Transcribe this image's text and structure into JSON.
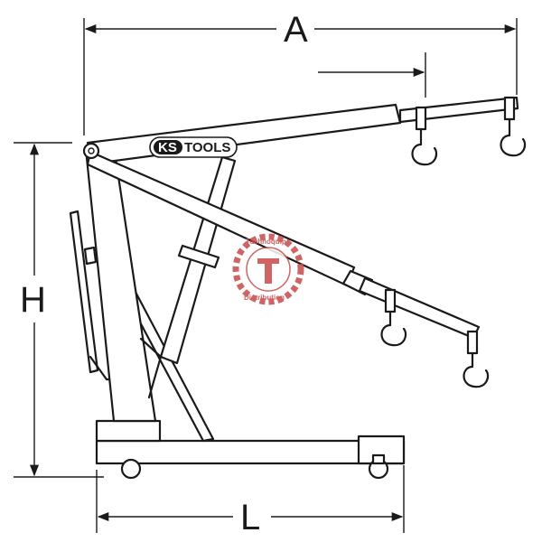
{
  "dimensions": {
    "a": "A",
    "h": "H",
    "l": "L"
  },
  "logo": {
    "brand_ks": "KS",
    "brand_tools": "TOOLS"
  },
  "watermark": {
    "top_text": "Technoquip",
    "bottom_text": "Distribution"
  },
  "colors": {
    "line": "#1a1a1a",
    "watermark": "#c64a4a"
  }
}
